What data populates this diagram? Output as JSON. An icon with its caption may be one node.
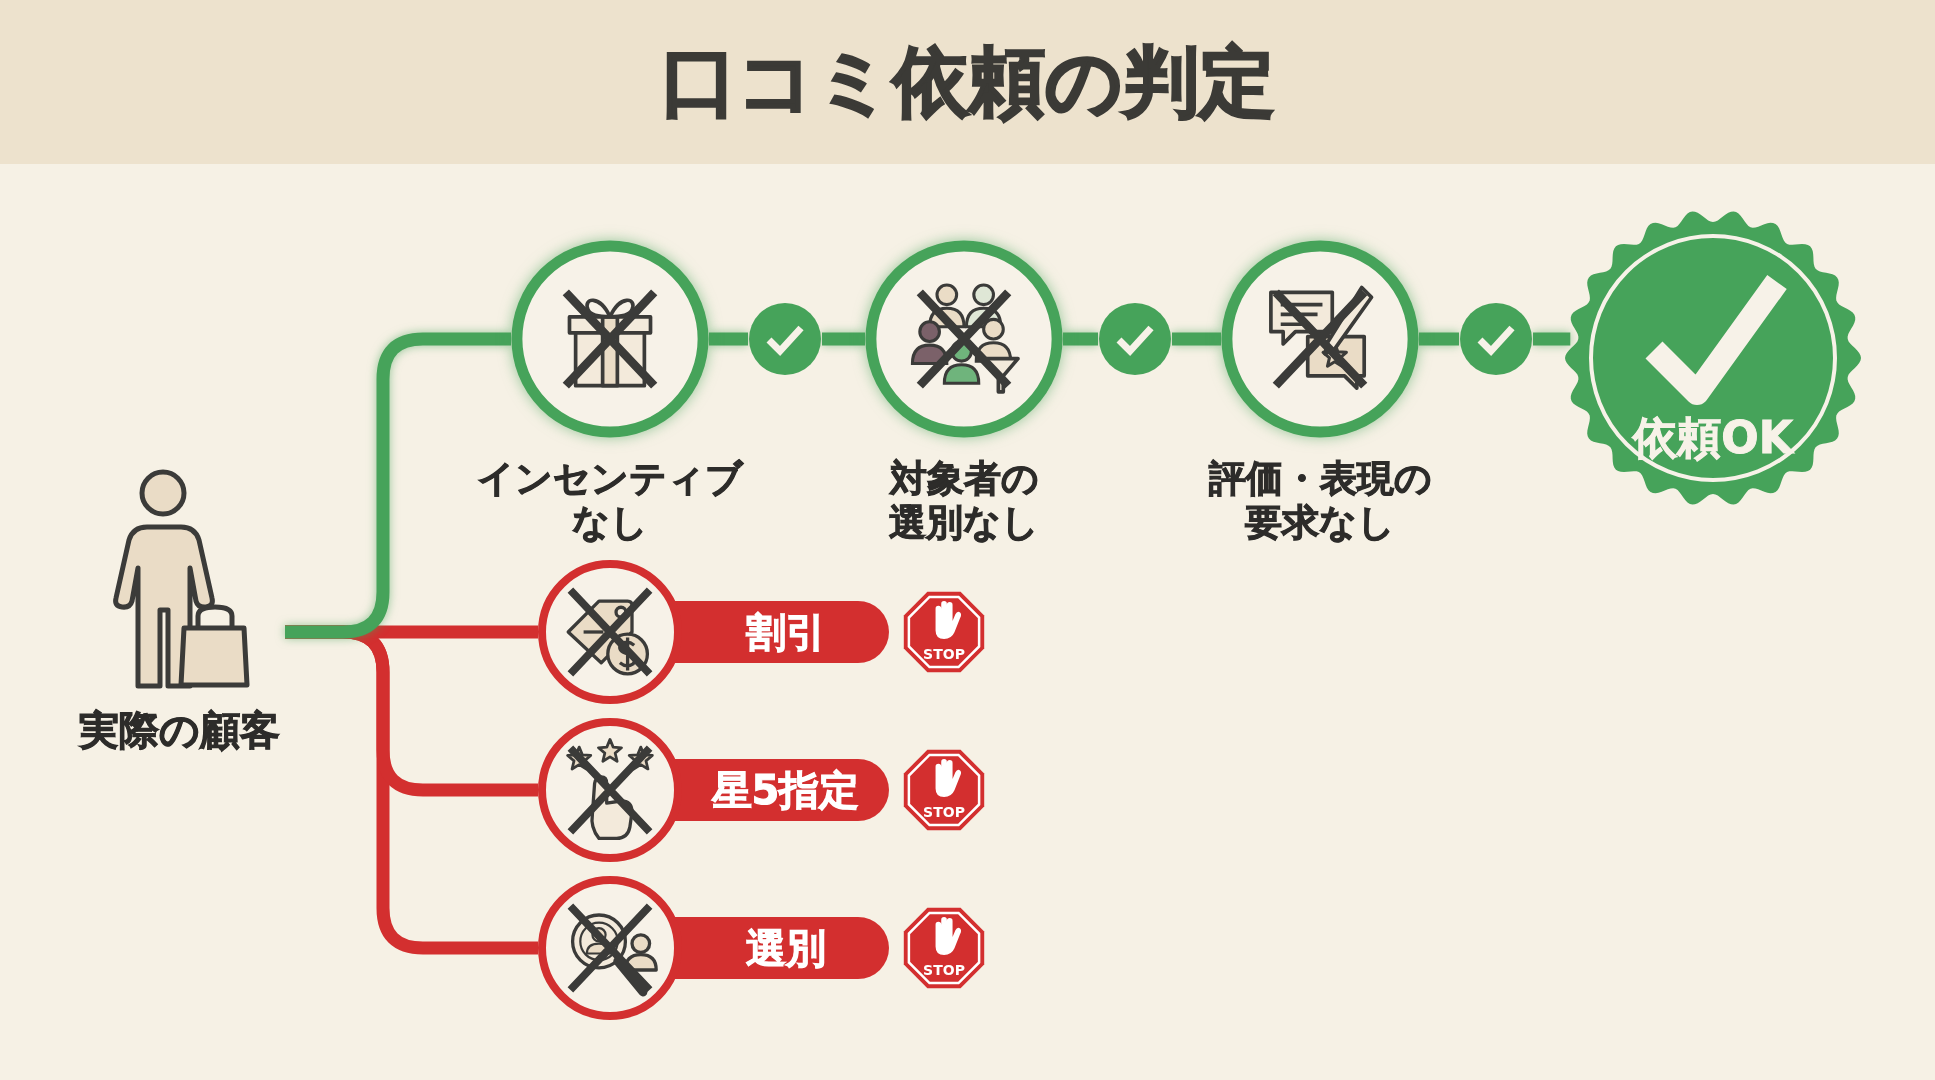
{
  "diagram": {
    "title": "口コミ依頼の判定",
    "nodes": [
      {
        "text": [
          "実際の顧客"
        ]
      },
      {
        "text": [
          "インセンティブなし"
        ]
      },
      {
        "text": [],
        "shape": "circle"
      },
      {
        "text": [
          "対象者の選別なし"
        ]
      },
      {
        "text": [],
        "shape": "circle"
      },
      {
        "text": [
          "評価・表現の要求なし"
        ]
      },
      {
        "text": [],
        "shape": "circle"
      },
      {
        "text": [
          "依頼OK"
        ]
      },
      {
        "text": [
          "割引"
        ]
      },
      {
        "text": [
          "STOP"
        ]
      },
      {
        "text": [
          "星5指定"
        ]
      },
      {
        "text": [
          "STOP"
        ]
      },
      {
        "text": [
          "選別"
        ]
      },
      {
        "text": [
          "STOP"
        ]
      }
    ],
    "edges": [
      {
        "from": 0,
        "to": 1,
        "arrow": "none"
      },
      {
        "from": 1,
        "to": 2,
        "arrow": "none"
      },
      {
        "from": 2,
        "to": 3,
        "arrow": "none"
      },
      {
        "from": 3,
        "to": 4,
        "arrow": "none"
      },
      {
        "from": 4,
        "to": 5,
        "arrow": "none"
      },
      {
        "from": 5,
        "to": 6,
        "arrow": "none"
      },
      {
        "from": 6,
        "to": 7,
        "arrow": "none"
      },
      {
        "from": 0,
        "to": 8,
        "arrow": "none",
        "color": "#d32f2f"
      },
      {
        "from": 0,
        "to": 10,
        "arrow": "none",
        "color": "#d32f2f"
      },
      {
        "from": 0,
        "to": 12,
        "arrow": "none",
        "color": "#d32f2f"
      }
    ]
  }
}
